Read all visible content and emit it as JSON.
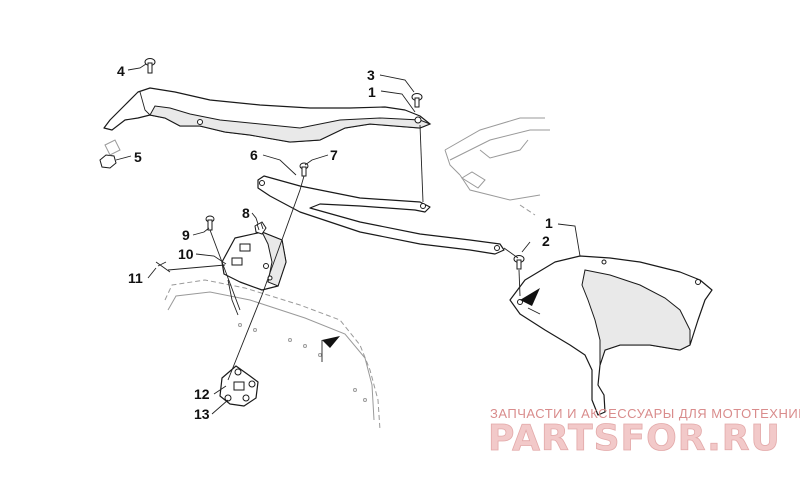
{
  "callouts": {
    "c1a": "1",
    "c1b": "1",
    "c2": "2",
    "c3": "3",
    "c4": "4",
    "c5": "5",
    "c6": "6",
    "c7": "7",
    "c8": "8",
    "c9": "9",
    "c10": "10",
    "c11": "11",
    "c12": "12",
    "c13": "13"
  },
  "watermark": {
    "tagline": "ЗАПЧАСТИ И АКСЕССУАРЫ ДЛЯ МОТОТЕХНИКИ",
    "brand": "PARTSFOR.RU"
  }
}
